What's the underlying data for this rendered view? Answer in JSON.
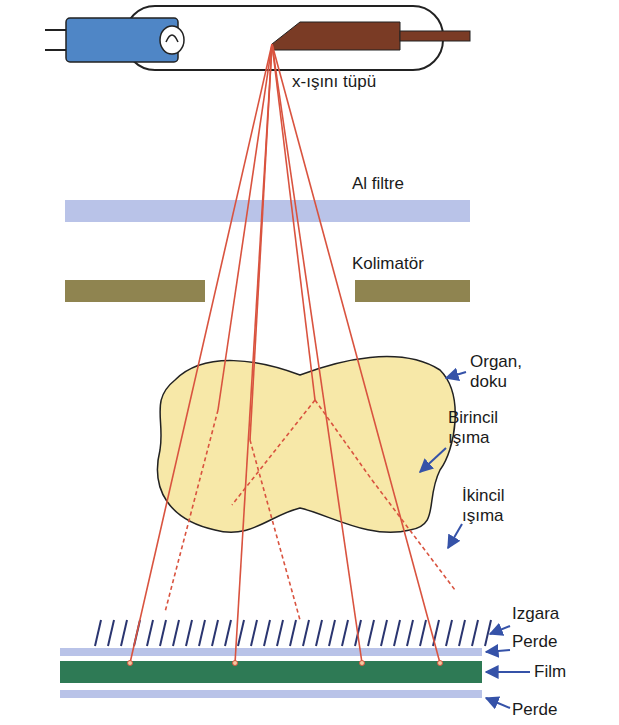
{
  "diagram": {
    "labels": [
      "x-ışını tüpü",
      "Al filtre",
      "Kolimatör",
      "Organ, doku",
      "Birincil ışıma",
      "İkincil ışıma",
      "Izgara",
      "Perde",
      "Film",
      "Perde"
    ]
  }
}
